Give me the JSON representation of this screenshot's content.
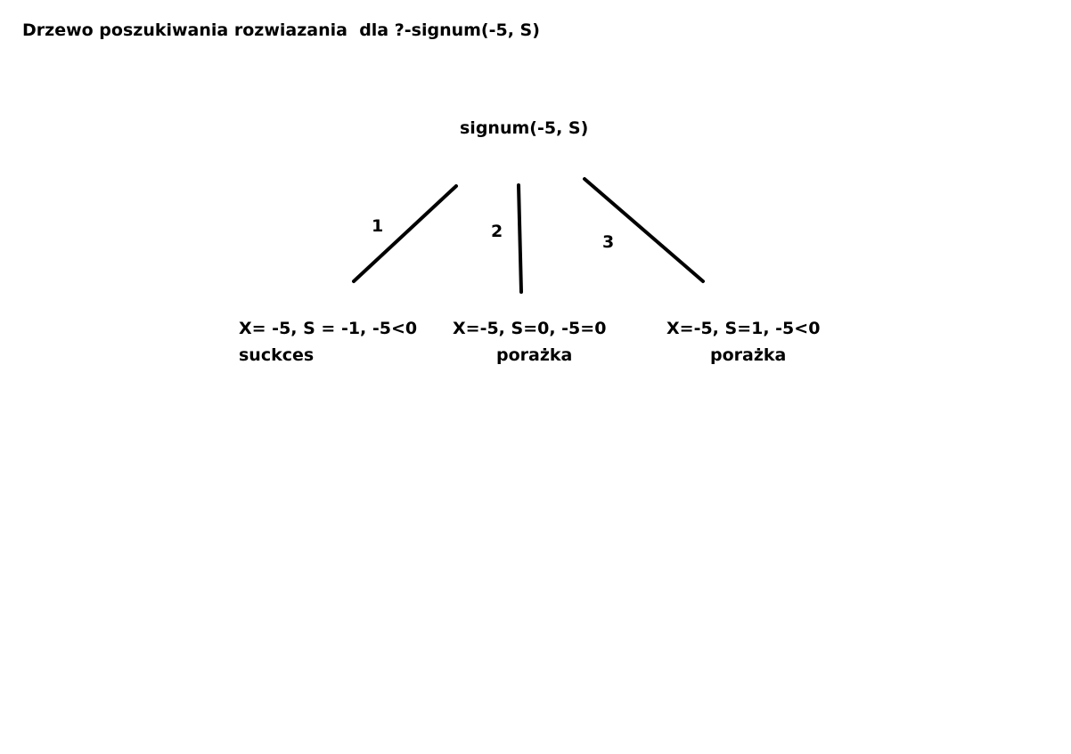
{
  "title": "Drzewo poszukiwania rozwiazania  dla ?-signum(-5, S)",
  "root": "signum(-5, S)",
  "branches": [
    {
      "label": "1",
      "line1": "X= -5, S = -1, -5<0",
      "line2": "suckces"
    },
    {
      "label": "2",
      "line1": "X=-5, S=0, -5=0",
      "line2": "porażka"
    },
    {
      "label": "3",
      "line1": "X=-5, S=1, -5<0",
      "line2": "porażka"
    }
  ],
  "colors": {
    "background": "#ffffff",
    "ink": "#000000"
  }
}
